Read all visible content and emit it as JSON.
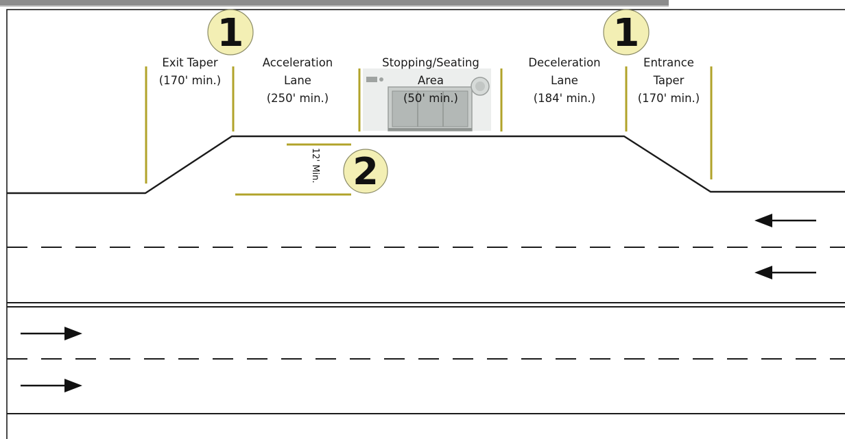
{
  "diagram": {
    "sections": {
      "exit_taper": {
        "line1": "Exit Taper",
        "line2": "(170' min.)"
      },
      "acceleration_lane": {
        "line1": "Acceleration",
        "line2": "Lane",
        "line3": "(250' min.)"
      },
      "stopping_area": {
        "line1": "Stopping/Seating",
        "line2": "Area",
        "line3": "(50' min.)"
      },
      "deceleration_lane": {
        "line1": "Deceleration",
        "line2": "Lane",
        "line3": "(184' min.)"
      },
      "entrance_taper": {
        "line1": "Entrance",
        "line2": "Taper",
        "line3": "(170' min.)"
      }
    },
    "badges": {
      "left": "1",
      "right": "1",
      "width": "2"
    },
    "width_dimension": "12' Min.",
    "travel_direction": {
      "upper_lanes": "westbound (arrows pointing left)",
      "lower_lanes": "eastbound (arrows pointing right)"
    }
  },
  "colors": {
    "marker": "#b1a32a",
    "badge_fill": "#f3efb4",
    "badge_stroke": "#8a8a66",
    "road_line": "#1a1a1a",
    "header_bar": "#8d8d8d"
  }
}
